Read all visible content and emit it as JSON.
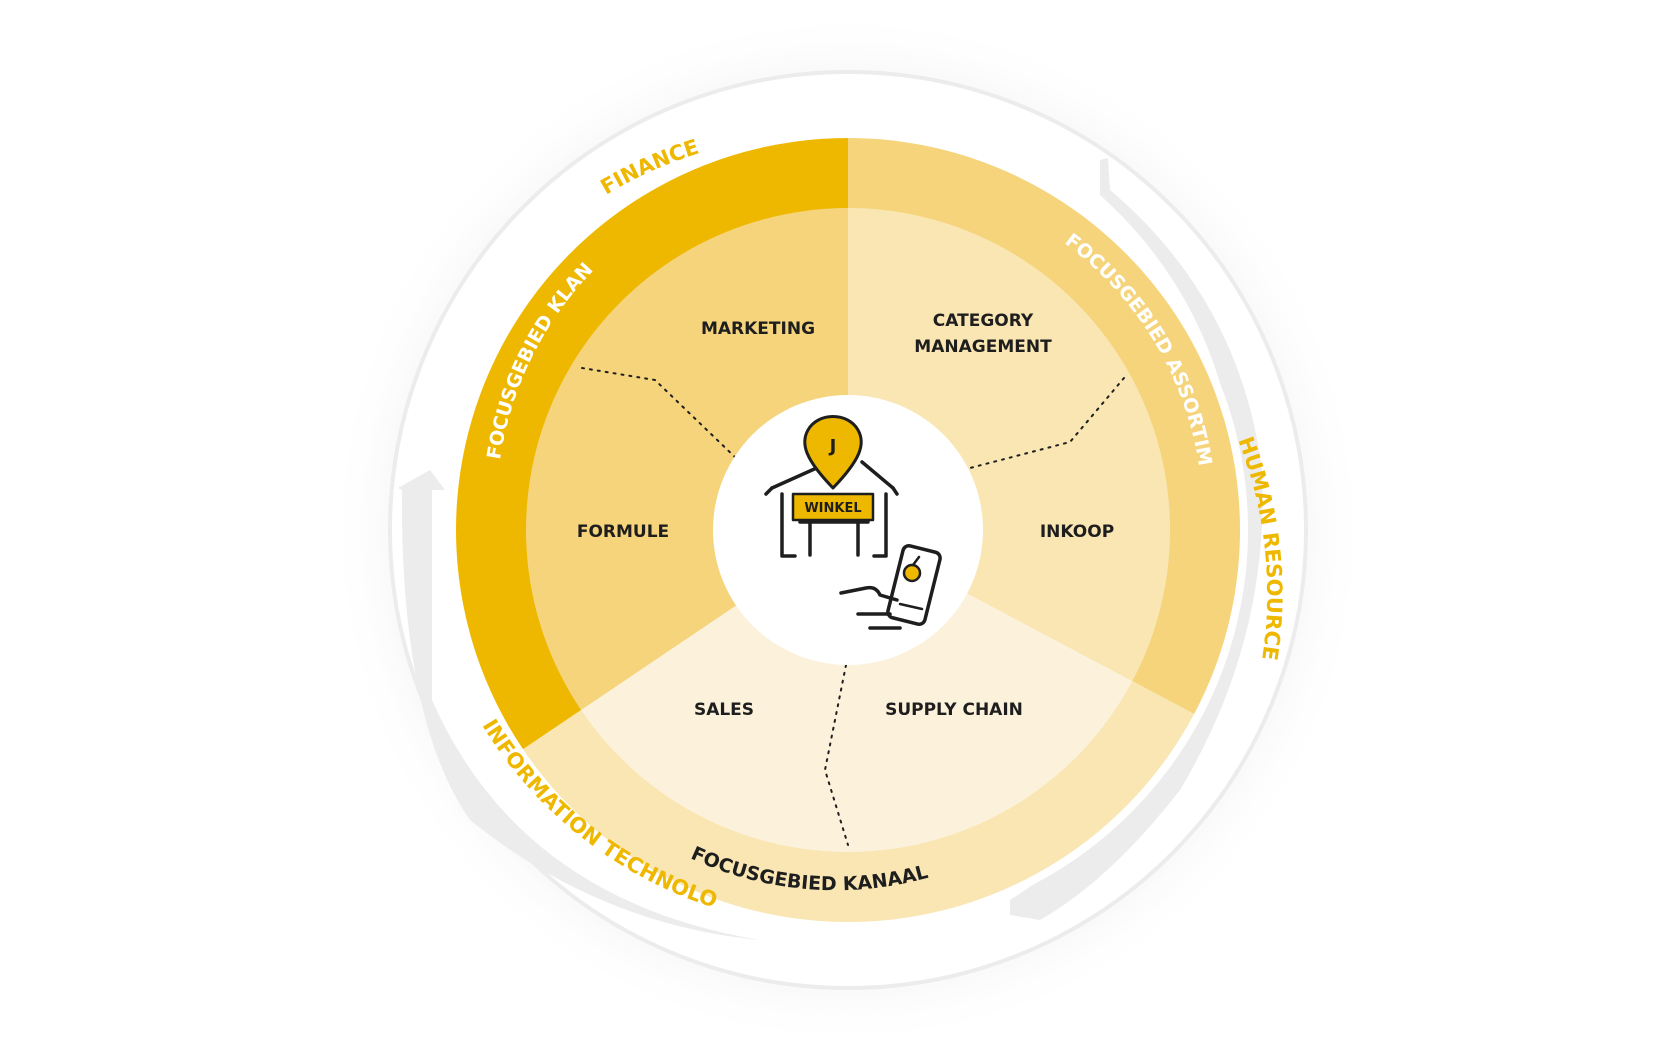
{
  "colors": {
    "klant_band": "#efb800",
    "klant_inner": "#f5d47c",
    "assortiment_band": "#f5d47c",
    "assortiment_inner": "#f9e6b3",
    "kanaal_band": "#f9e6b3",
    "kanaal_inner": "#fcf1da",
    "outer_ring": "#ececec",
    "outer_label": "#efb800",
    "dark_text": "#1e1e1e",
    "white": "#ffffff"
  },
  "outer_labels": {
    "finance": "FINANCE",
    "human_resources": "HUMAN RESOURCES",
    "information_technology": "INFORMATION TECHNOLOGY"
  },
  "focus_areas": {
    "klant": "FOCUSGEBIED KLANT",
    "assortiment": "FOCUSGEBIED ASSORTIMENT",
    "kanaal": "FOCUSGEBIED KANAAL"
  },
  "segments": {
    "marketing": "MARKETING",
    "category_line1": "CATEGORY",
    "category_line2": "MANAGEMENT",
    "formule": "FORMULE",
    "inkoop": "INKOOP",
    "sales": "SALES",
    "supply_chain": "SUPPLY CHAIN"
  },
  "center": {
    "pin_letter": "J",
    "store_sign": "WINKEL",
    "icons": [
      "store-icon",
      "location-pin-icon",
      "smartphone-icon",
      "hand-icon",
      "apple-icon"
    ]
  }
}
